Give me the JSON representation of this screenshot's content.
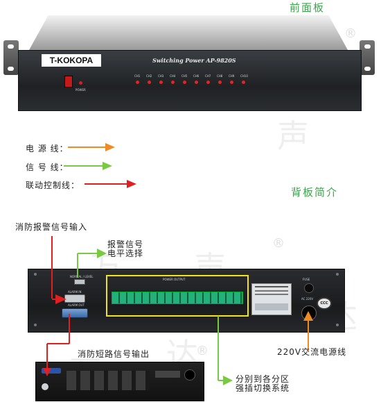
{
  "headings": {
    "front": "前面板",
    "rear": "背板简介"
  },
  "brand": "T-KOKOPA",
  "model": "Switching Power  AP-9820S",
  "front_small": {
    "power": "POWER"
  },
  "channels": [
    "CH1",
    "CH2",
    "CH3",
    "CH4",
    "CH5",
    "CH6",
    "CH7",
    "CH8",
    "CH9",
    "CH10"
  ],
  "legend": [
    {
      "label": "电 源 线：",
      "color": "#f08a24"
    },
    {
      "label": "信 号 线：",
      "color": "#7ac943"
    },
    {
      "label": "联动控制线：",
      "color": "#e02020"
    }
  ],
  "annotations": {
    "fire_input": "消防报警信号输入",
    "alarm_level_1": "报警信号",
    "alarm_level_2": "电平选择",
    "short_output": "消防短路信号输出",
    "power_line": "220V交流电源线",
    "zone_1": "分别到各分区",
    "zone_2": "强插切换系统"
  },
  "rear_small": {
    "power_output": "POWER OUTPUT",
    "alarm_in": "ALARM IN",
    "alarm_out": "ALARM OUT",
    "fuse": "FUSE",
    "ac_input": "AC 220V",
    "level": "NORMAL / LEVEL",
    "ccc": "CCC"
  },
  "watermark": [
    "万",
    "声",
    "达",
    "万",
    "声",
    "达",
    "万",
    "声",
    "达",
    "®",
    "®",
    "®"
  ]
}
